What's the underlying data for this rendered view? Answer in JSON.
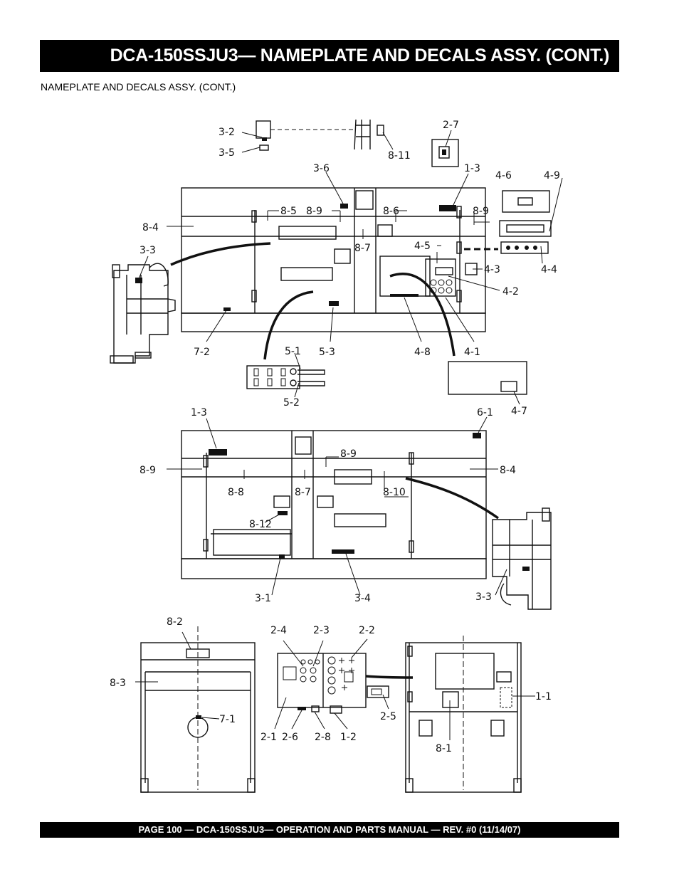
{
  "header": {
    "title": "DCA-150SSJU3— NAMEPLATE  AND DECALS ASSY. (CONT.)",
    "subtitle": "NAMEPLATE AND DECALS ASSY. (CONT.)"
  },
  "footer": {
    "text": "PAGE 100 — DCA-150SSJU3—  OPERATION AND PARTS  MANUAL — REV. #0  (11/14/07)"
  },
  "callouts": {
    "c3_2": "3-2",
    "c3_5": "3-5",
    "c8_11": "8-11",
    "c2_7": "2-7",
    "c1_3a": "1-3",
    "c3_6": "3-6",
    "c4_6": "4-6",
    "c4_9": "4-9",
    "c8_4a": "8-4",
    "c8_5": "8-5",
    "c8_9a": "8-9",
    "c8_6": "8-6",
    "c8_9b": "8-9",
    "c3_3a": "3-3",
    "c8_7a": "8-7",
    "c4_5": "4-5",
    "c4_3": "4-3",
    "c4_4": "4-4",
    "c4_2": "4-2",
    "c7_2": "7-2",
    "c5_3": "5-3",
    "c4_8": "4-8",
    "c4_1": "4-1",
    "c5_1": "5-1",
    "c5_2": "5-2",
    "c4_7": "4-7",
    "c1_3b": "1-3",
    "c6_1": "6-1",
    "c8_9c": "8-9",
    "c8_9d": "8-9",
    "c8_4b": "8-4",
    "c8_8": "8-8",
    "c8_7b": "8-7",
    "c8_10": "8-10",
    "c8_12": "8-12",
    "c3_1": "3-1",
    "c3_4": "3-4",
    "c3_3b": "3-3",
    "c8_2": "8-2",
    "c2_4": "2-4",
    "c2_3": "2-3",
    "c2_2": "2-2",
    "c8_3": "8-3",
    "c1_1": "1-1",
    "c7_1": "7-1",
    "c2_5": "2-5",
    "c2_1": "2-1",
    "c2_6": "2-6",
    "c2_8": "2-8",
    "c1_2": "1-2",
    "c8_1": "8-1"
  }
}
